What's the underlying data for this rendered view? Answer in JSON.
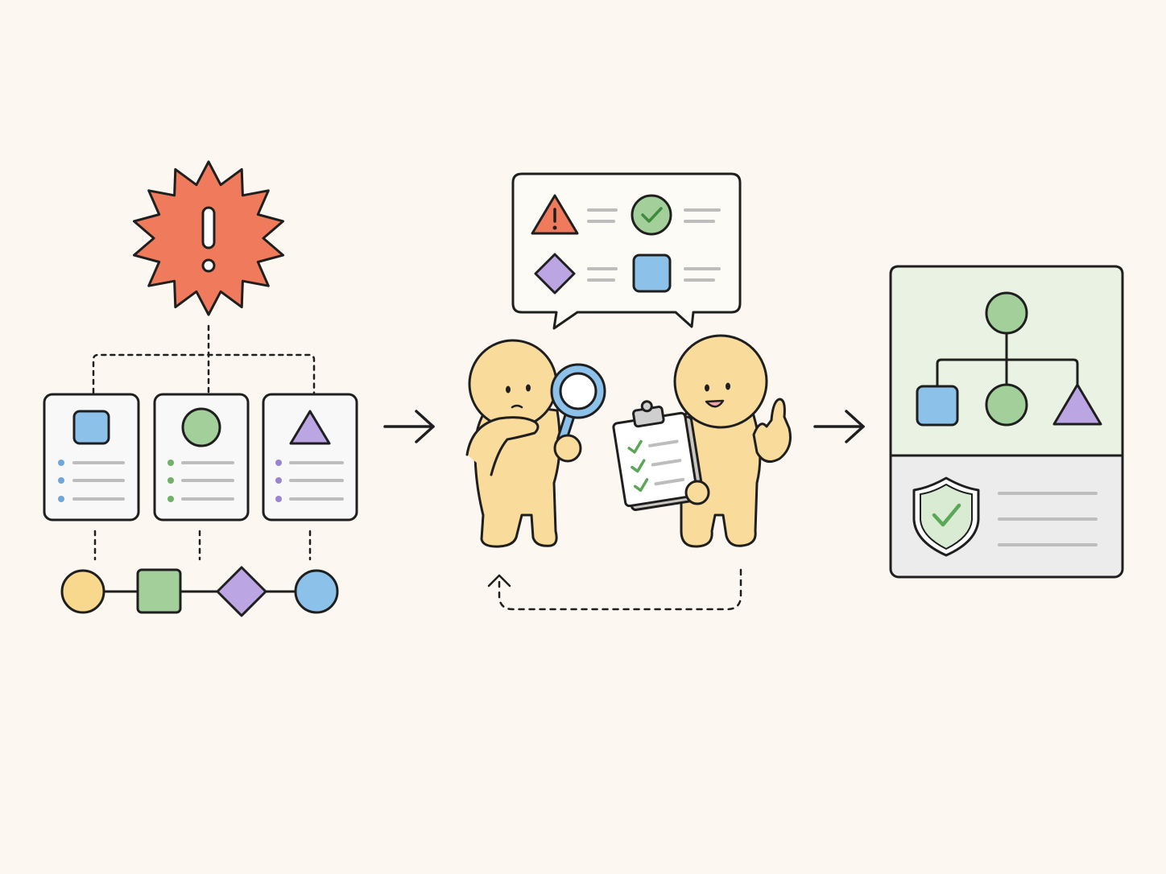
{
  "colors": {
    "background": "#fcf8f1",
    "outline": "#1f1f1f",
    "alert_red": "#f07b5c",
    "blue": "#8cc1ea",
    "green": "#a2cf9a",
    "purple": "#bba6e3",
    "yellow": "#f8d88c",
    "skin": "#f9dc9c",
    "line_gray": "#bdbdbd",
    "check_green": "#5aa857",
    "result_top_bg": "#e9f2e3",
    "result_bottom_bg": "#ececec",
    "card_bg": "#f8f8f8"
  },
  "diagram": {
    "stages": [
      {
        "id": "problem",
        "icon": "alert-burst-icon",
        "cards": [
          "square-blue",
          "circle-green",
          "triangle-purple"
        ],
        "sequence": [
          "circle-yellow",
          "square-green",
          "diamond-purple",
          "circle-blue"
        ]
      },
      {
        "id": "review",
        "icon": "magnifier-icon",
        "bubble_items": [
          "warning-triangle-icon",
          "check-circle-icon",
          "diamond-icon",
          "square-icon"
        ],
        "checklist_checks": 3,
        "loop": "dashed-return-arrow"
      },
      {
        "id": "result",
        "icon": "shield-check-icon",
        "tree": [
          "circle-green",
          "square-blue",
          "circle-green",
          "triangle-purple"
        ]
      }
    ],
    "arrows": [
      "right-arrow-icon",
      "right-arrow-icon"
    ]
  }
}
